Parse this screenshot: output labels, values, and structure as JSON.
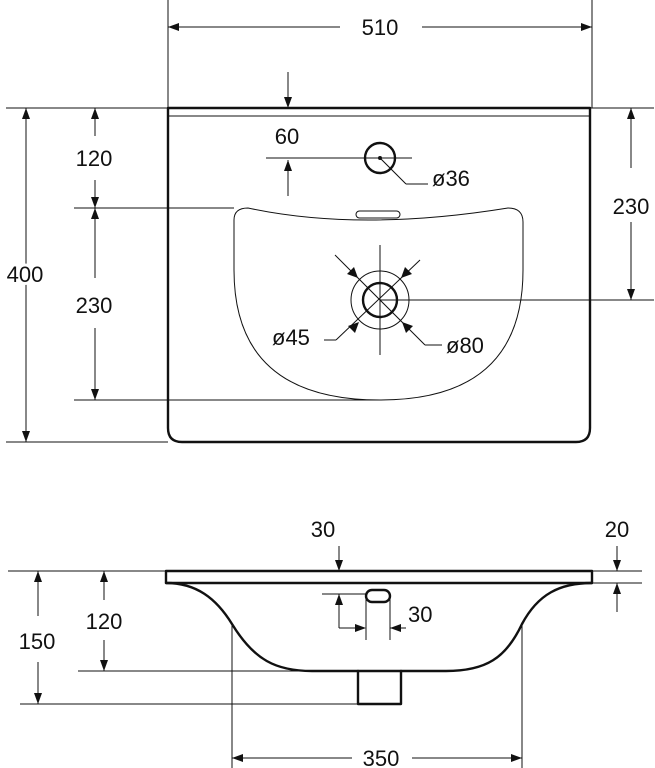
{
  "top_view": {
    "width_label": "510",
    "overflow_offset_label": "60",
    "hole_to_bowl_label": "120",
    "hole_diameter_label": "ø36",
    "total_depth_label": "400",
    "bowl_depth_label": "230",
    "drain_position_label": "230",
    "drain_inner_diameter_label": "ø45",
    "drain_outer_diameter_label": "ø80"
  },
  "side_view": {
    "rim_offset_label": "30",
    "rim_thickness_label": "20",
    "bowl_height_label": "120",
    "total_height_label": "150",
    "overflow_width_label": "30",
    "bowl_width_label": "350"
  }
}
